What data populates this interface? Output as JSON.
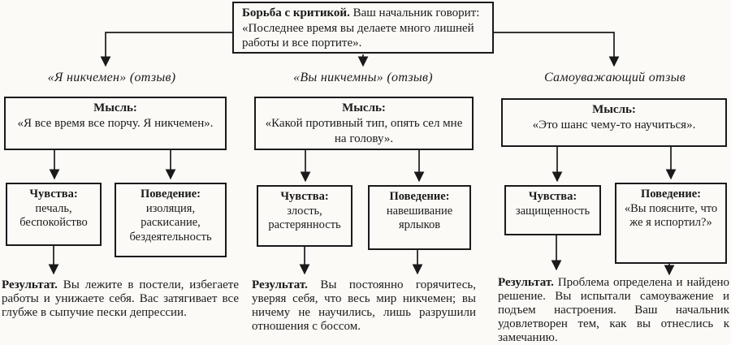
{
  "appearance": {
    "ink": "#1a1a1a",
    "paper": "#fbfaf7"
  },
  "title_box": {
    "lead": "Борьба с критикой.",
    "rest": "Ваш начальник говорит: «Последнее время вы делаете много лишней работы и все портите»."
  },
  "columns": [
    {
      "header": "«Я никчемен» (отзыв)",
      "thought": {
        "label": "Мысль:",
        "text": "«Я все время все порчу. Я никчемен»."
      },
      "feelings": {
        "label": "Чувства:",
        "text": "печаль, беспокойство"
      },
      "behavior": {
        "label": "Поведение:",
        "text": "изоляция, раскисание, бездеятельность"
      },
      "result": {
        "label": "Результат.",
        "text": "Вы лежите в постели, избегаете работы и унижаете себя. Вас затягивает все глубже в сыпучие пески депрессии."
      }
    },
    {
      "header": "«Вы никчемны» (отзыв)",
      "thought": {
        "label": "Мысль:",
        "text": "«Какой противный тип, опять сел мне на голову»."
      },
      "feelings": {
        "label": "Чувства:",
        "text": "злость, растерянность"
      },
      "behavior": {
        "label": "Поведение:",
        "text": "навешивание ярлыков"
      },
      "result": {
        "label": "Результат.",
        "text": "Вы постоянно горячитесь, уверяя себя, что весь мир никчемен; вы ничему не научились, лишь разрушили отношения с боссом."
      }
    },
    {
      "header": "Самоуважающий отзыв",
      "thought": {
        "label": "Мысль:",
        "text": "«Это шанс чему-то научиться»."
      },
      "feelings": {
        "label": "Чувства:",
        "text": "защищенность"
      },
      "behavior": {
        "label": "Поведение:",
        "text": "«Вы поясните, что же я испортил?»"
      },
      "result": {
        "label": "Результат.",
        "text": "Проблема определена и найдено решение. Вы испытали самоуважение и подъем настроения. Ваш начальник удовлетворен тем, как вы отнеслись к замечанию."
      }
    }
  ]
}
